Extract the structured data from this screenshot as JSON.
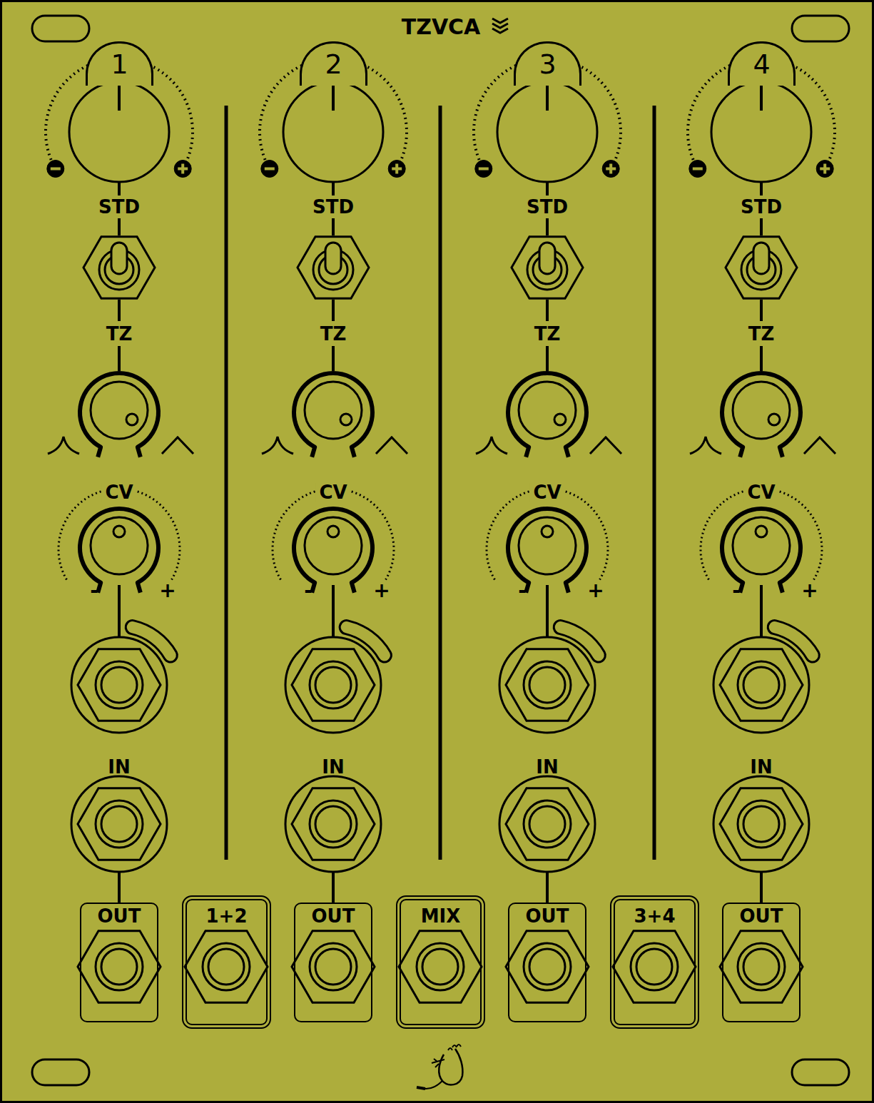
{
  "diagram": {
    "title": "TZVCA",
    "nodes": [
      {
        "text": [
          "1"
        ]
      },
      {
        "text": [
          "2"
        ]
      },
      {
        "text": [
          "3"
        ]
      },
      {
        "text": [
          "4"
        ]
      },
      {
        "text": [
          "OUT"
        ]
      },
      {
        "text": [
          "1+2"
        ]
      },
      {
        "text": [
          "OUT"
        ]
      },
      {
        "text": [
          "MIX"
        ]
      },
      {
        "text": [
          "OUT"
        ]
      },
      {
        "text": [
          "3+4"
        ]
      },
      {
        "text": [
          "OUT"
        ]
      }
    ],
    "labels": [
      "STD",
      "TZ",
      "CV",
      "-",
      "+",
      "IN",
      "STD",
      "TZ",
      "CV",
      "-",
      "+",
      "IN",
      "STD",
      "TZ",
      "CV",
      "-",
      "+",
      "IN",
      "STD",
      "TZ",
      "CV",
      "-",
      "+",
      "IN"
    ]
  }
}
